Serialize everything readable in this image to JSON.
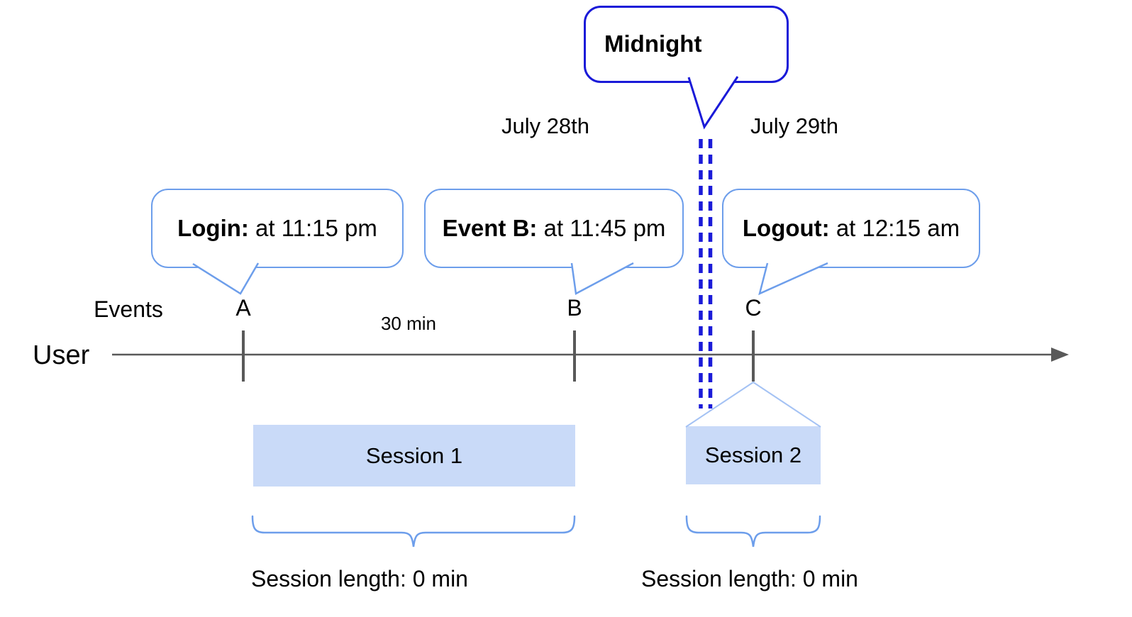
{
  "diagram": {
    "colors": {
      "callout_border_blue": "#6d9eeb",
      "midnight_blue": "#1a1ad8",
      "session_fill": "#c9daf8",
      "session_peak_outline": "#a4c2f4",
      "axis_gray": "#595959",
      "text_black": "#000000"
    },
    "midnight_callout": "Midnight",
    "dates": {
      "before_midnight": "July 28th",
      "after_midnight": "July 29th"
    },
    "event_callouts": [
      {
        "label": "Login:",
        "time": " at 11:15 pm"
      },
      {
        "label": "Event B:",
        "time": " at 11:45 pm"
      },
      {
        "label": "Logout:",
        "time": " at 12:15 am"
      }
    ],
    "axis": {
      "row_label": "User",
      "events_label": "Events",
      "gap_label": "30 min",
      "event_markers": [
        "A",
        "B",
        "C"
      ]
    },
    "sessions": [
      {
        "name": "Session 1",
        "length": "Session length: 0 min"
      },
      {
        "name": "Session 2",
        "length": "Session length: 0 min"
      }
    ]
  }
}
